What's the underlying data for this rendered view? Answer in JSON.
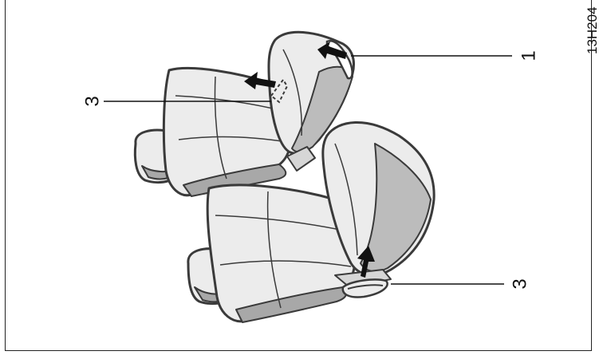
{
  "figure_code": "13H204",
  "callouts": [
    {
      "id": "callout-1",
      "label": "1"
    },
    {
      "id": "callout-3-top",
      "label": "3"
    },
    {
      "id": "callout-3-bottom",
      "label": "3"
    }
  ],
  "colors": {
    "outline": "#3a3a3a",
    "seat_fill": "#ececec",
    "shade": "#a8a8a8",
    "arrow": "#111111"
  }
}
